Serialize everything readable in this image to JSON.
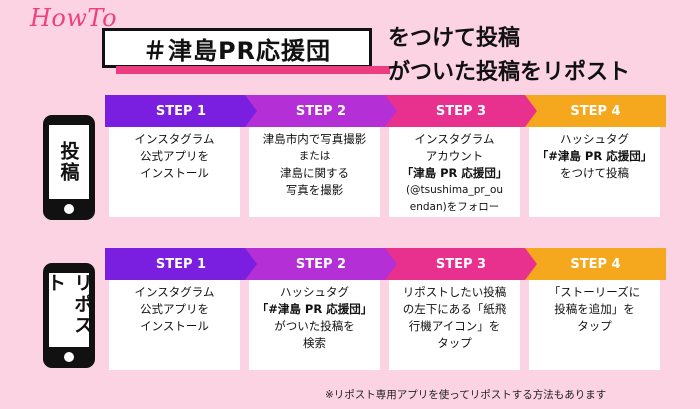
{
  "header": {
    "howto": "HowTo",
    "title": "＃津島PR応援団",
    "line1": "をつけて投稿",
    "line2": "がついた投稿をリポスト"
  },
  "post": {
    "label": "投稿",
    "steps": [
      {
        "label": "STEP 1",
        "color": "#7a1fe0",
        "lines": [
          "インスタグラム",
          "公式アプリを",
          "インストール"
        ]
      },
      {
        "label": "STEP 2",
        "color": "#b42fd6",
        "lines": [
          "津島市内で写真撮影",
          "または",
          "津島に関する",
          "写真を撮影"
        ]
      },
      {
        "label": "STEP 3",
        "color": "#e8318e",
        "lines": [
          "インスタグラム",
          "アカウント",
          "「津島 PR 応援団」",
          "(@tsushima_pr_ou",
          "endan)をフォロー"
        ]
      },
      {
        "label": "STEP 4",
        "color": "#f5a81d",
        "lines": [
          "ハッシュタグ",
          "「#津島 PR 応援団」",
          "をつけて投稿"
        ]
      }
    ]
  },
  "repost": {
    "label": "リポスト",
    "steps": [
      {
        "label": "STEP 1",
        "color": "#7a1fe0",
        "lines": [
          "インスタグラム",
          "公式アプリを",
          "インストール"
        ]
      },
      {
        "label": "STEP 2",
        "color": "#b42fd6",
        "lines": [
          "ハッシュタグ",
          "「#津島 PR 応援団」",
          "がついた投稿を",
          "検索"
        ]
      },
      {
        "label": "STEP 3",
        "color": "#e8318e",
        "lines": [
          "リポストしたい投稿",
          "の左下にある「紙飛",
          "行機アイコン」を",
          "タップ"
        ]
      },
      {
        "label": "STEP 4",
        "color": "#f5a81d",
        "lines": [
          "「ストーリーズに",
          "投稿を追加」を",
          "タップ"
        ]
      }
    ]
  },
  "footnote": "※リポスト専用アプリを使ってリポストする方法もあります"
}
